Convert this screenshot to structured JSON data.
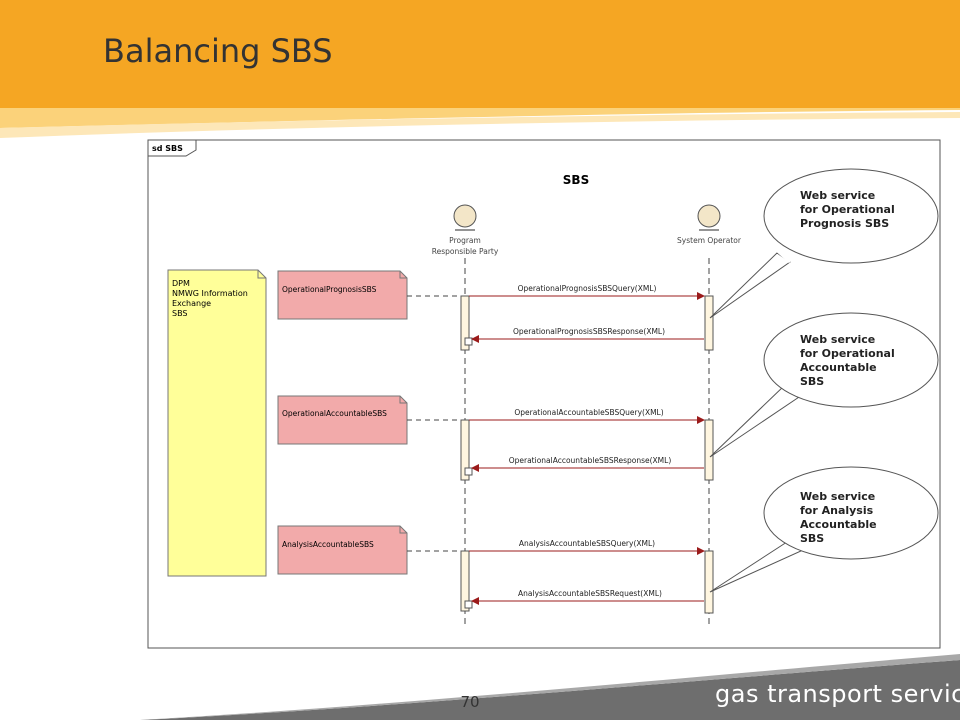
{
  "slide": {
    "title": "Balancing SBS",
    "page_number": "70",
    "brand": "gas transport services"
  },
  "diagram": {
    "frame_label": "sd SBS",
    "title": "SBS",
    "lifelines": [
      {
        "id": "prp",
        "name_line1": "Program",
        "name_line2": "Responsible Party"
      },
      {
        "id": "so",
        "name": "System Operator"
      }
    ],
    "doc_note": [
      "DPM",
      "NMWG Information",
      "Exchange",
      "SBS"
    ],
    "process_notes": [
      "OperationalPrognosisSBS",
      "OperationalAccountableSBS",
      "AnalysisAccountableSBS"
    ],
    "messages": [
      "OperationalPrognosisSBSQuery(XML)",
      "OperationalPrognosisSBSResponse(XML)",
      "OperationalAccountableSBSQuery(XML)",
      "OperationalAccountableSBSResponse(XML)",
      "AnalysisAccountableSBSQuery(XML)",
      "AnalysisAccountableSBSRequest(XML)"
    ]
  },
  "callouts": [
    {
      "lines": [
        "Web service",
        "for Operational",
        "Prognosis SBS"
      ]
    },
    {
      "lines": [
        "Web service",
        "for Operational",
        "Accountable",
        "SBS"
      ]
    },
    {
      "lines": [
        "Web service",
        "for Analysis",
        "Accountable",
        "SBS"
      ]
    }
  ],
  "colors": {
    "header_orange": "#F5A623",
    "header_light": "#FBD27A",
    "note_yellow": "#FFFF99",
    "note_pink": "#F2AAAA",
    "message_red": "#9B1B1B",
    "footer_gray": "#6E6E6E"
  }
}
